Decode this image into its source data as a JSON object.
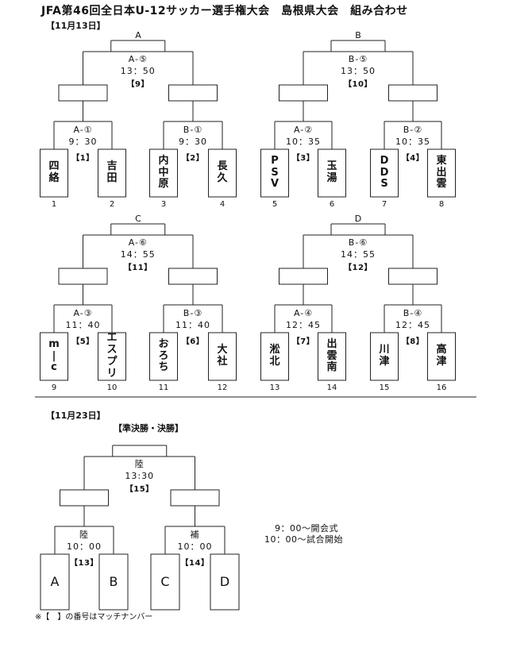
{
  "header": {
    "title": "JFA第46回全日本U-12サッカー選手権大会　島根県大会　組み合わせ",
    "date1": "【11月13日】",
    "date2": "【11月23日】",
    "semis_label": "【準決勝・決勝】"
  },
  "blocks": [
    {
      "label": "A",
      "final": {
        "id": "A-⑤",
        "time": "13：50",
        "num": "【9】"
      },
      "left": {
        "id": "A-①",
        "time": "9：30",
        "num": "【1】"
      },
      "right": {
        "id": "B-①",
        "time": "9：30",
        "num": "【2】"
      },
      "teams": [
        {
          "name": [
            "四",
            "絡"
          ],
          "seed": "1"
        },
        {
          "name": [
            "吉",
            "田"
          ],
          "seed": "2"
        },
        {
          "name": [
            "内",
            "中",
            "原"
          ],
          "seed": "3"
        },
        {
          "name": [
            "長",
            "久"
          ],
          "seed": "4"
        }
      ]
    },
    {
      "label": "B",
      "final": {
        "id": "B-⑤",
        "time": "13：50",
        "num": "【10】"
      },
      "left": {
        "id": "A-②",
        "time": "10：35",
        "num": "【3】"
      },
      "right": {
        "id": "B-②",
        "time": "10：35",
        "num": "【4】"
      },
      "teams": [
        {
          "name": [
            "P",
            "S",
            "V"
          ],
          "seed": "5"
        },
        {
          "name": [
            "玉",
            "湯"
          ],
          "seed": "6"
        },
        {
          "name": [
            "D",
            "D",
            "S"
          ],
          "seed": "7"
        },
        {
          "name": [
            "東",
            "出",
            "雲"
          ],
          "seed": "8"
        }
      ]
    },
    {
      "label": "C",
      "final": {
        "id": "A-⑥",
        "time": "14：55",
        "num": "【11】"
      },
      "left": {
        "id": "A-③",
        "time": "11：40",
        "num": "【5】"
      },
      "right": {
        "id": "B-③",
        "time": "11：40",
        "num": "【6】"
      },
      "teams": [
        {
          "name": [
            "m",
            "|",
            "c"
          ],
          "seed": "9"
        },
        {
          "name": [
            "エ",
            "ス",
            "プ",
            "リ"
          ],
          "seed": "10"
        },
        {
          "name": [
            "お",
            "ろ",
            "ち"
          ],
          "seed": "11"
        },
        {
          "name": [
            "大",
            "社"
          ],
          "seed": "12"
        }
      ]
    },
    {
      "label": "D",
      "final": {
        "id": "B-⑥",
        "time": "14：55",
        "num": "【12】"
      },
      "left": {
        "id": "A-④",
        "time": "12：45",
        "num": "【7】"
      },
      "right": {
        "id": "B-④",
        "time": "12：45",
        "num": "【8】"
      },
      "teams": [
        {
          "name": [
            "淞",
            "北"
          ],
          "seed": "13"
        },
        {
          "name": [
            "出",
            "雲",
            "南"
          ],
          "seed": "14"
        },
        {
          "name": [
            "川",
            "津"
          ],
          "seed": "15"
        },
        {
          "name": [
            "高",
            "津"
          ],
          "seed": "16"
        }
      ]
    }
  ],
  "finals": {
    "final": {
      "id": "陸",
      "time": "13:30",
      "num": "【15】"
    },
    "left": {
      "id": "陸",
      "time": "10：00",
      "num": "【13】"
    },
    "right": {
      "id": "補",
      "time": "10：00",
      "num": "【14】"
    },
    "teams": [
      {
        "name": [
          "A"
        ]
      },
      {
        "name": [
          "B"
        ]
      },
      {
        "name": [
          "C"
        ]
      },
      {
        "name": [
          "D"
        ]
      }
    ]
  },
  "schedule": {
    "line1": "9：00～開会式",
    "line2": "10：00～試合開始"
  },
  "footnote": "※【　】の番号はマッチナンバー"
}
